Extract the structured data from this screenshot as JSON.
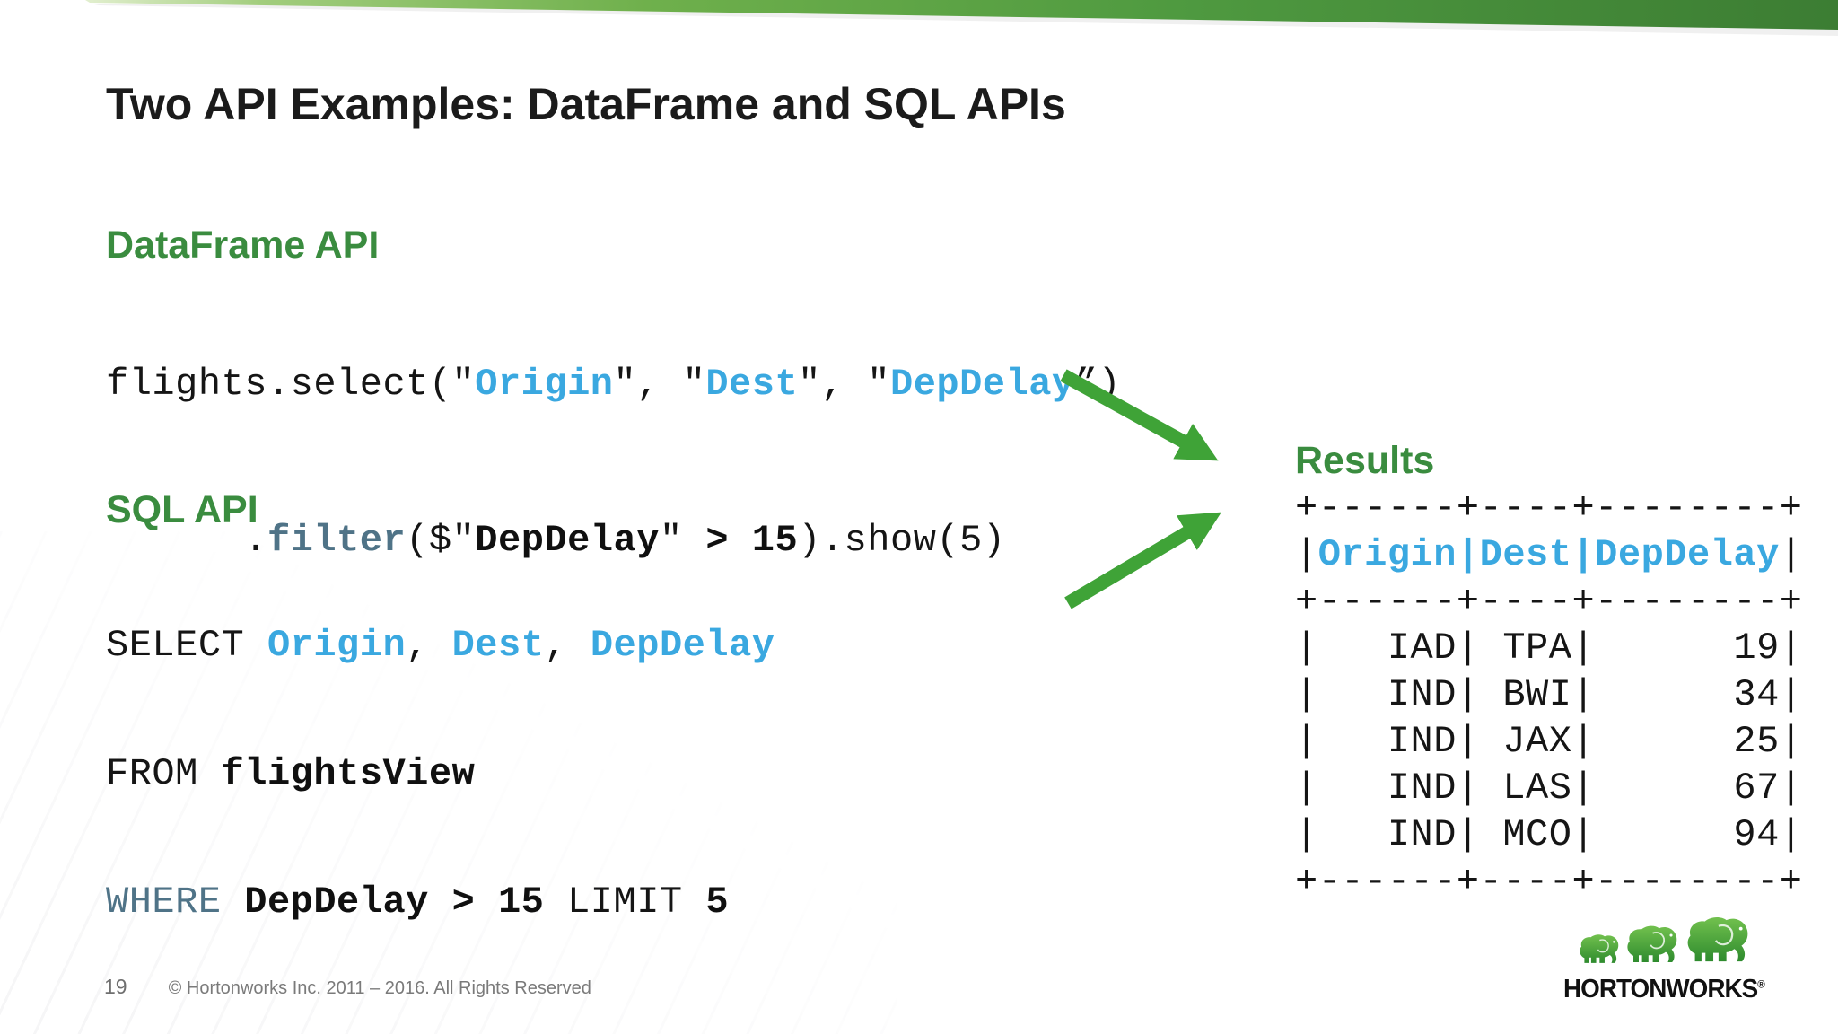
{
  "slide": {
    "title": "Two API Examples: DataFrame and SQL APIs",
    "page_number": "19",
    "copyright": "© Hortonworks Inc. 2011 – 2016. All Rights Reserved"
  },
  "brand": {
    "name": "HORTONWORKS",
    "registered": "®"
  },
  "colors": {
    "heading_green": "#3a8c3f",
    "arrow_green": "#3fa337",
    "band_green": "#4e9b40",
    "code_blue": "#3aa8e0",
    "keyword_slate": "#4f7387",
    "code_black": "#151515",
    "footer_gray": "#6f6f6f"
  },
  "icons": {
    "logo": "elephant-icon",
    "flow": "arrow-icon"
  },
  "dataframe_api": {
    "heading": "DataFrame API",
    "code": [
      [
        {
          "t": "flights.select(\"",
          "c": "plain"
        },
        {
          "t": "Origin",
          "c": "blue"
        },
        {
          "t": "\", \"",
          "c": "plain"
        },
        {
          "t": "Dest",
          "c": "blue"
        },
        {
          "t": "\", \"",
          "c": "plain"
        },
        {
          "t": "DepDelay",
          "c": "blue"
        },
        {
          "t": "”)",
          "c": "plain"
        }
      ],
      [
        {
          "t": "      .",
          "c": "plain"
        },
        {
          "t": "filter",
          "c": "slate-bold"
        },
        {
          "t": "($\"",
          "c": "plain"
        },
        {
          "t": "DepDelay",
          "c": "boldblack"
        },
        {
          "t": "\" ",
          "c": "plain"
        },
        {
          "t": "> 15",
          "c": "boldblack"
        },
        {
          "t": ").show(5)",
          "c": "plain"
        }
      ]
    ]
  },
  "sql_api": {
    "heading": "SQL API",
    "code": [
      [
        {
          "t": "SELECT ",
          "c": "plain"
        },
        {
          "t": "Origin",
          "c": "blue"
        },
        {
          "t": ", ",
          "c": "plain"
        },
        {
          "t": "Dest",
          "c": "blue"
        },
        {
          "t": ", ",
          "c": "plain"
        },
        {
          "t": "DepDelay",
          "c": "blue"
        }
      ],
      [
        {
          "t": "FROM ",
          "c": "plain"
        },
        {
          "t": "flightsView",
          "c": "boldblack"
        }
      ],
      [
        {
          "t": "WHERE ",
          "c": "slate"
        },
        {
          "t": "DepDelay > 15",
          "c": "boldblack"
        },
        {
          "t": " LIMIT ",
          "c": "plain"
        },
        {
          "t": "5",
          "c": "boldblack"
        }
      ]
    ]
  },
  "results": {
    "heading": "Results",
    "table": {
      "columns": [
        "Origin",
        "Dest",
        "DepDelay"
      ],
      "rows": [
        [
          "IAD",
          "TPA",
          "19"
        ],
        [
          "IND",
          "BWI",
          "34"
        ],
        [
          "IND",
          "JAX",
          "25"
        ],
        [
          "IND",
          "LAS",
          "67"
        ],
        [
          "IND",
          "MCO",
          "94"
        ]
      ]
    }
  }
}
